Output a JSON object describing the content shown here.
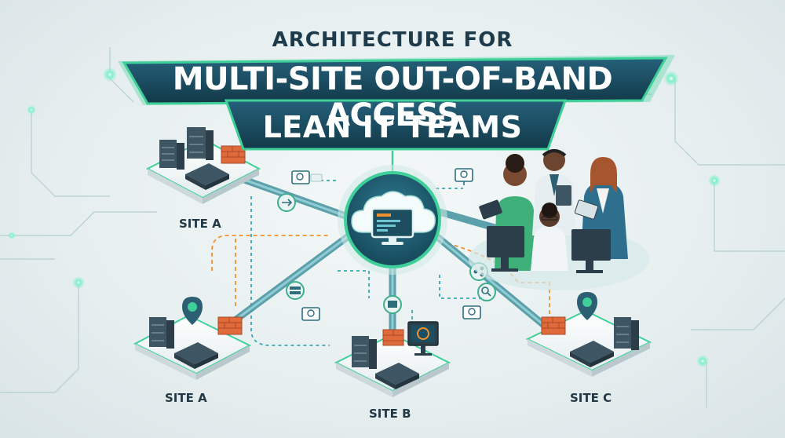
{
  "header": {
    "title_top": "ARCHITECTURE FOR",
    "banner_main": "MULTI-SITE OUT-OF-BAND ACCESS",
    "banner_sub": "LEAN IT TEAMS"
  },
  "sites": {
    "top_left": "SITE A",
    "bottom_left": "SITE A",
    "bottom_center": "SITE B",
    "bottom_right": "SITE C"
  },
  "hub": {
    "icon": "cloud-monitor-icon"
  },
  "team": {
    "icon": "it-team-people-icon"
  },
  "colors": {
    "banner": "#1c4a5c",
    "banner_glow": "#3fd09a",
    "connector": "#4c97a3",
    "dashed_orange": "#f0912e",
    "dashed_teal": "#3aa7b0",
    "firewall": "#e06a3a",
    "server": "#3e5563"
  }
}
